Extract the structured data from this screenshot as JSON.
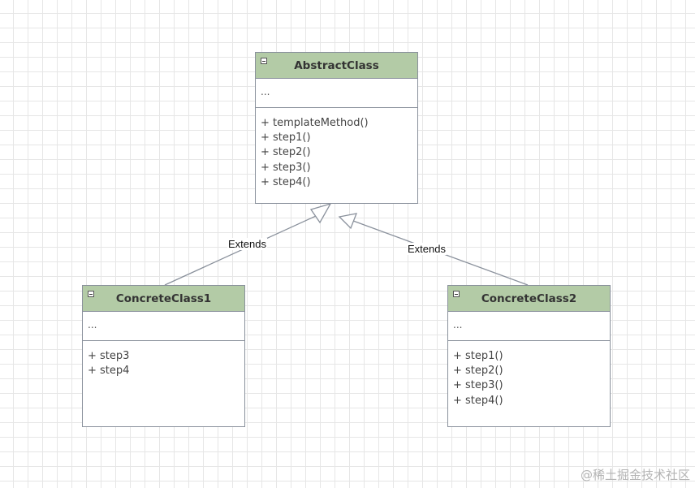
{
  "classes": {
    "abstract": {
      "name": "AbstractClass",
      "attributes": "...",
      "methods": [
        "+ templateMethod()",
        "+ step1()",
        "+ step2()",
        "+ step3()",
        "+ step4()"
      ]
    },
    "concrete1": {
      "name": "ConcreteClass1",
      "attributes": "...",
      "methods": [
        "+ step3",
        "+ step4"
      ]
    },
    "concrete2": {
      "name": "ConcreteClass2",
      "attributes": "...",
      "methods": [
        "+ step1()",
        "+ step2()",
        "+ step3()",
        "+ step4()"
      ]
    }
  },
  "relations": [
    {
      "from": "ConcreteClass1",
      "to": "AbstractClass",
      "label": "Extends"
    },
    {
      "from": "ConcreteClass2",
      "to": "AbstractClass",
      "label": "Extends"
    }
  ],
  "colors": {
    "header_fill": "#b3cba6",
    "border": "#8a919c",
    "grid": "#e6e6e6"
  },
  "watermark": "@稀土掘金技术社区"
}
